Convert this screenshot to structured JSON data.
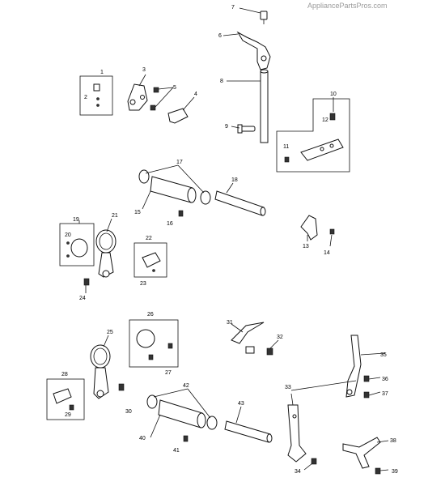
{
  "watermark": "AppliancePartsPros.com",
  "callouts": [
    "1",
    "2",
    "3",
    "4",
    "5",
    "6",
    "7",
    "8",
    "9",
    "10",
    "11",
    "12",
    "13",
    "14",
    "15",
    "16",
    "17",
    "18",
    "19",
    "20",
    "21",
    "22",
    "23",
    "24",
    "25",
    "26",
    "27",
    "28",
    "29",
    "30",
    "31",
    "32",
    "33",
    "34",
    "35",
    "36",
    "37",
    "38",
    "39",
    "40",
    "41",
    "42",
    "43"
  ]
}
